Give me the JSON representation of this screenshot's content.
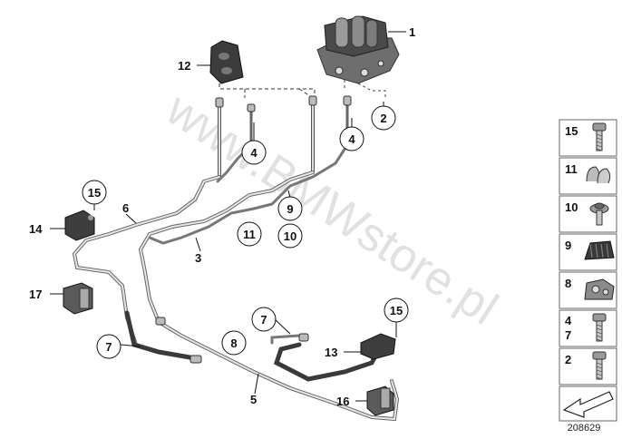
{
  "callouts": {
    "c1": "1",
    "c2": "2",
    "c3": "3",
    "c4a": "4",
    "c4b": "4",
    "c5": "5",
    "c6": "6",
    "c7a": "7",
    "c7b": "7",
    "c8": "8",
    "c9": "9",
    "c10": "10",
    "c11": "11",
    "c12": "12",
    "c13": "13",
    "c14": "14",
    "c15a": "15",
    "c15b": "15",
    "c16": "16",
    "c17": "17"
  },
  "legend": {
    "items": [
      {
        "label": "15",
        "icon": "bolt-icon"
      },
      {
        "label": "11",
        "icon": "double-clip-icon"
      },
      {
        "label": "10",
        "icon": "screw-washer-icon"
      },
      {
        "label": "9",
        "icon": "rubber-clip-icon"
      },
      {
        "label": "8",
        "icon": "holder-clip-icon"
      },
      {
        "label": "4\n7",
        "icon": "hex-socket-bolt-icon"
      },
      {
        "label": "2",
        "icon": "flange-bolt-icon"
      }
    ],
    "arrow_icon": "arrow-icon"
  },
  "ref_number": "208629",
  "watermark": "www.BMWstore.pl",
  "colors": {
    "line": "#555555",
    "part_dark": "#3a3a3a",
    "part_mid": "#8a8a8a",
    "part_light": "#cfcfcf",
    "legend_border": "#666666",
    "watermark": "#c9c9c9"
  }
}
